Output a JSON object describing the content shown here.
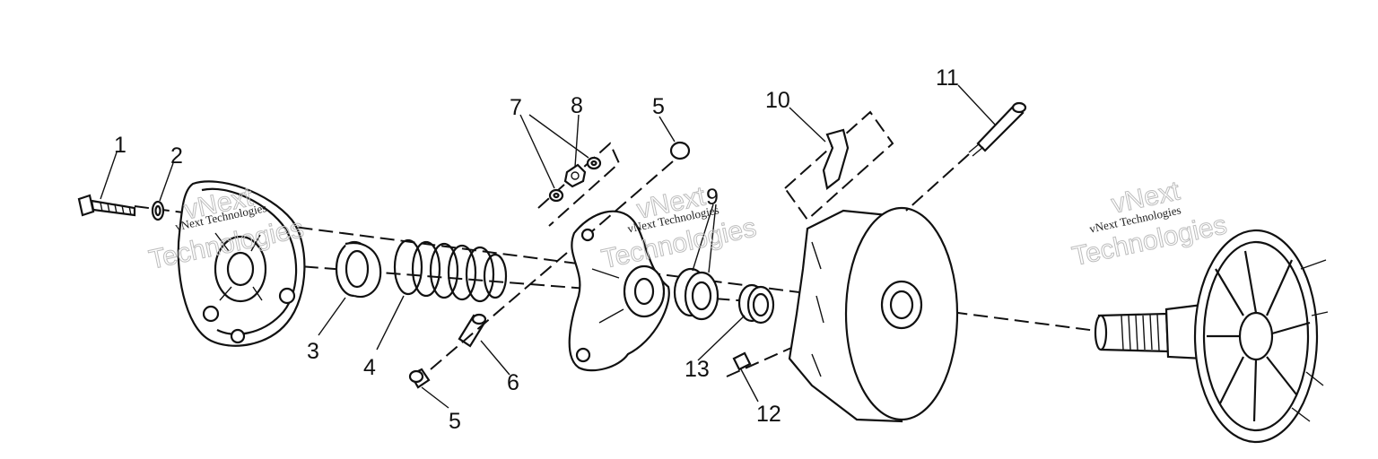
{
  "callouts": {
    "c1": "1",
    "c2": "2",
    "c3": "3",
    "c4": "4",
    "c5a": "5",
    "c5b": "5",
    "c6": "6",
    "c7": "7",
    "c8": "8",
    "c9": "9",
    "c10": "10",
    "c11": "11",
    "c12": "12",
    "c13": "13"
  },
  "watermarks": {
    "small": "vNext Technologies",
    "big_top": "vNext",
    "big_bottom": "Technologies"
  },
  "colors": {
    "line": "#111111",
    "background": "#ffffff",
    "watermark": "#bdbdbd"
  }
}
